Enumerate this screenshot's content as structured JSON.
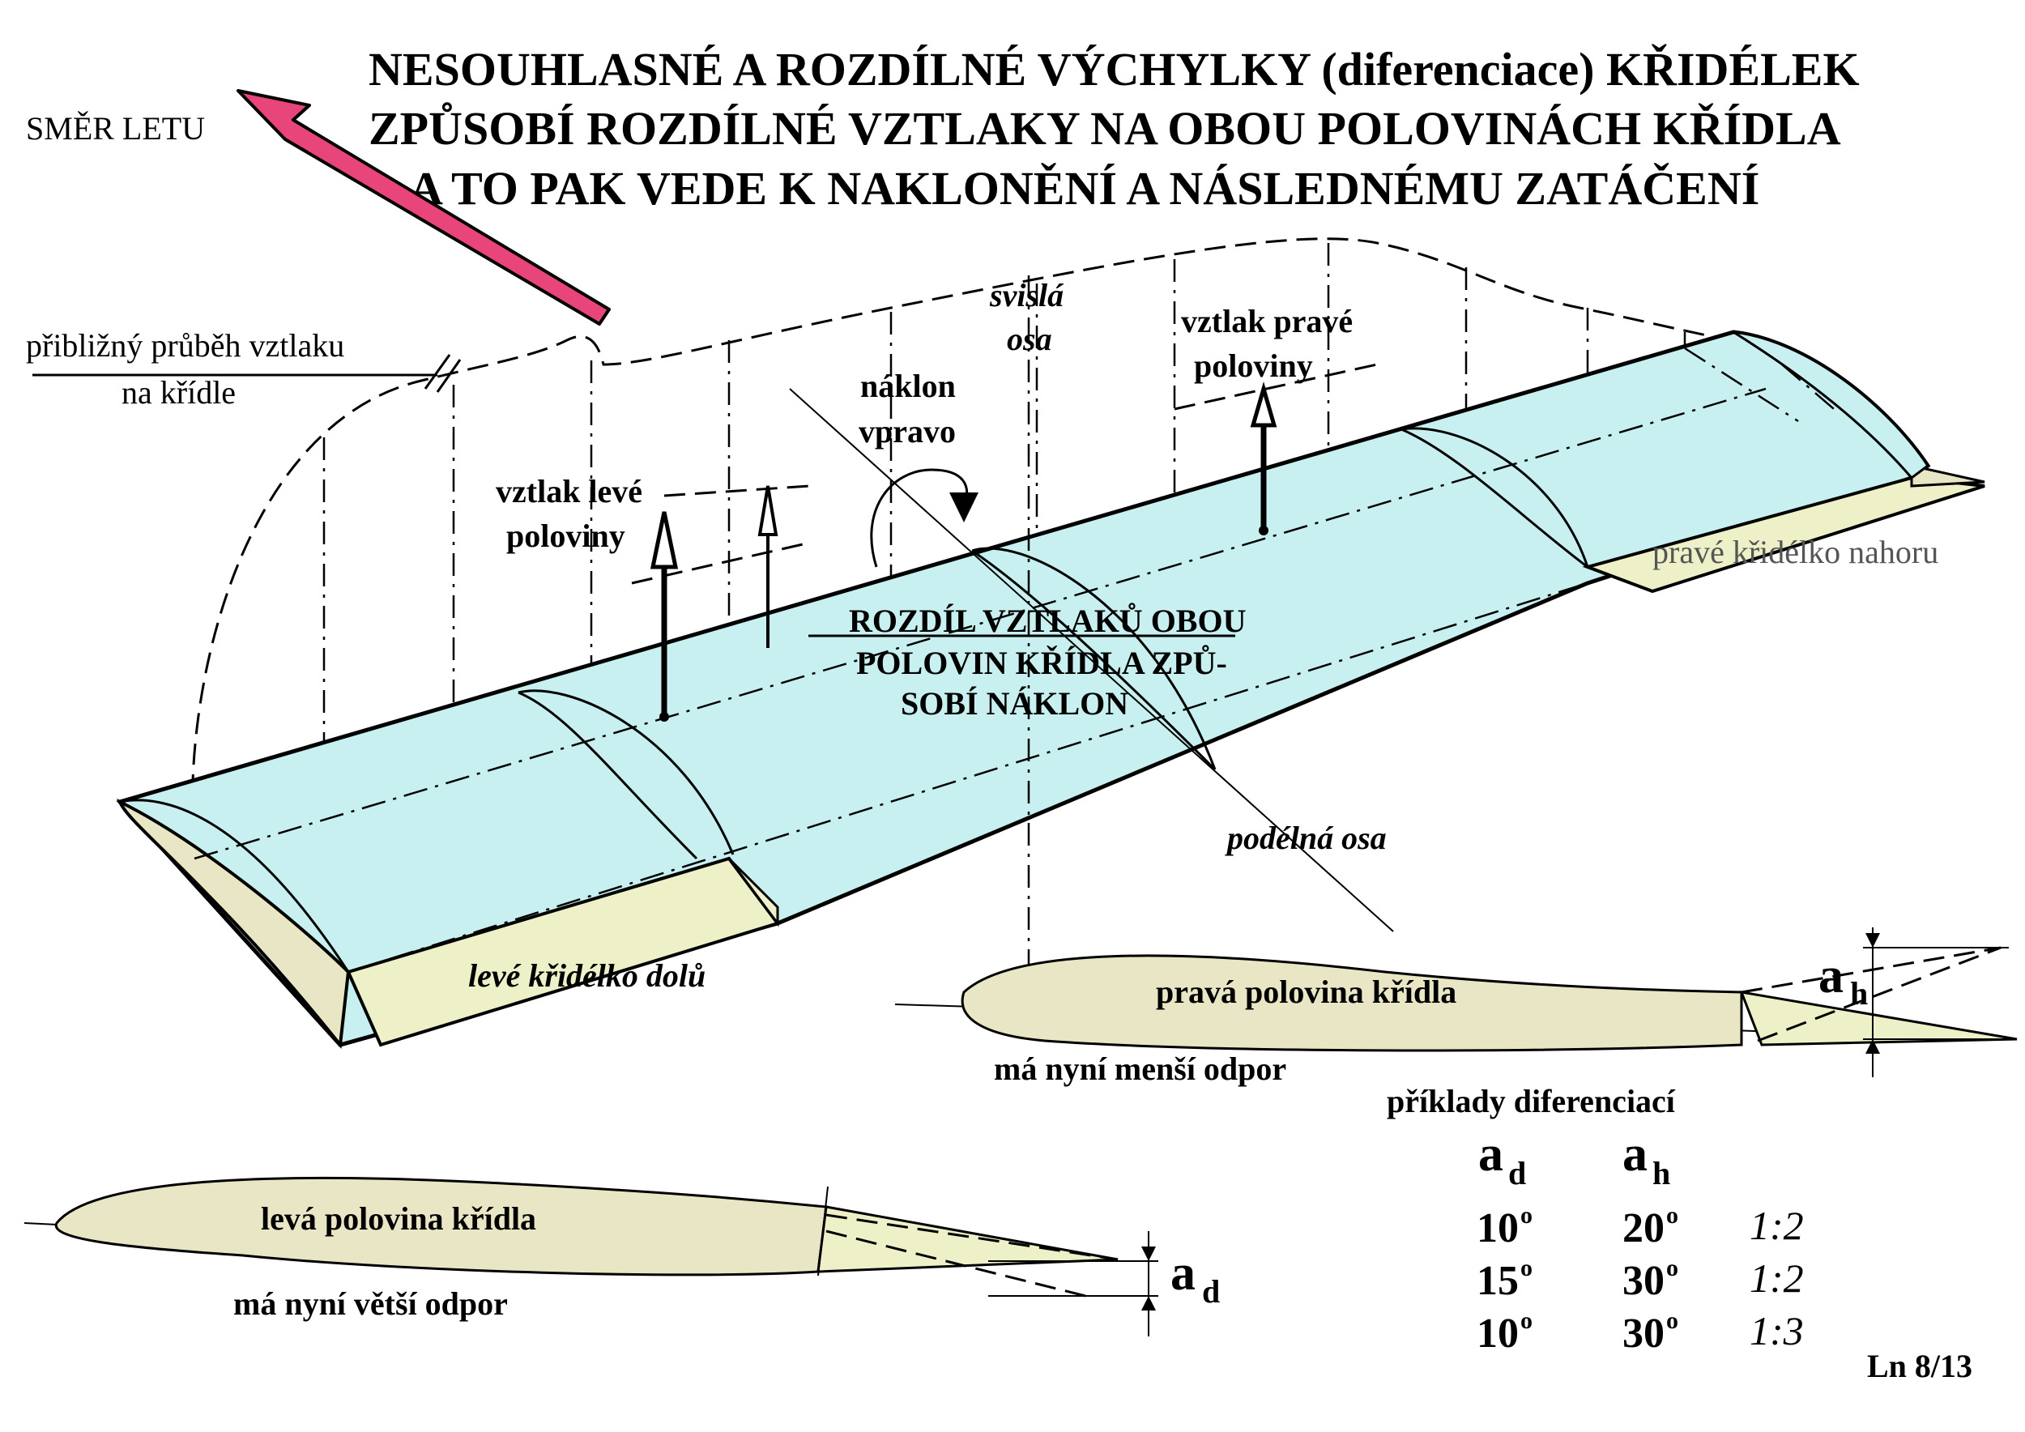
{
  "title": {
    "line1": "NESOUHLASNÉ  A  ROZDÍLNÉ  VÝCHYLKY (diferenciace)  KŘIDÉLEK",
    "line2": "ZPŮSOBÍ  ROZDÍLNÉ  VZTLAKY  NA  OBOU POLOVINÁCH  KŘÍDLA",
    "line3": "A  TO  PAK  VEDE  K  NAKLONĚNÍ  A  NÁSLEDNÉMU  ZATÁČENÍ"
  },
  "labels": {
    "flight_direction": "SMĚR  LETU",
    "lift_distribution_1": "přibližný  průběh vztlaku",
    "lift_distribution_2": "na křídle",
    "vertical_axis_1": "svislá",
    "vertical_axis_2": "osa",
    "roll_right_1": "náklon",
    "roll_right_2": "vpravo",
    "lift_right_1": "vztlak pravé",
    "lift_right_2": "poloviny",
    "lift_left_1": "vztlak levé",
    "lift_left_2": "poloviny",
    "right_aileron_up": "pravé křidélko nahoru",
    "lift_difference_1": "ROZDÍL VZTLAKŮ OBOU",
    "lift_difference_2": "POLOVIN KŘÍDLA ZPŮ-",
    "lift_difference_3": "SOBÍ NÁKLON",
    "longitudinal_axis": "podélná osa",
    "left_aileron_down": "levé křidélko dolů",
    "right_half_title": "pravá polovina křídla",
    "right_half_note": "má nyní menší odpor",
    "left_half_title": "levá polovina křídla",
    "left_half_note": "má nyní větší odpor",
    "ah_symbol": "a",
    "ah_sub": "h",
    "ad_symbol": "a",
    "ad_sub": "d",
    "page_ref": "Ln 8/13"
  },
  "examples": {
    "heading": "příklady diferenciací",
    "col_ad": "a",
    "col_ad_sub": "d",
    "col_ah": "a",
    "col_ah_sub": "h",
    "rows": [
      {
        "ad": "10",
        "ah": "20",
        "ratio": "1:2"
      },
      {
        "ad": "15",
        "ah": "30",
        "ratio": "1:2"
      },
      {
        "ad": "10",
        "ah": "30",
        "ratio": "1:3"
      }
    ],
    "degree": "o"
  },
  "colors": {
    "wing_top": "#c9f0f0",
    "airfoil": "#e8e6c4",
    "aileron": "#eef0c8",
    "arrow": "#e8457a",
    "line": "#000000"
  }
}
